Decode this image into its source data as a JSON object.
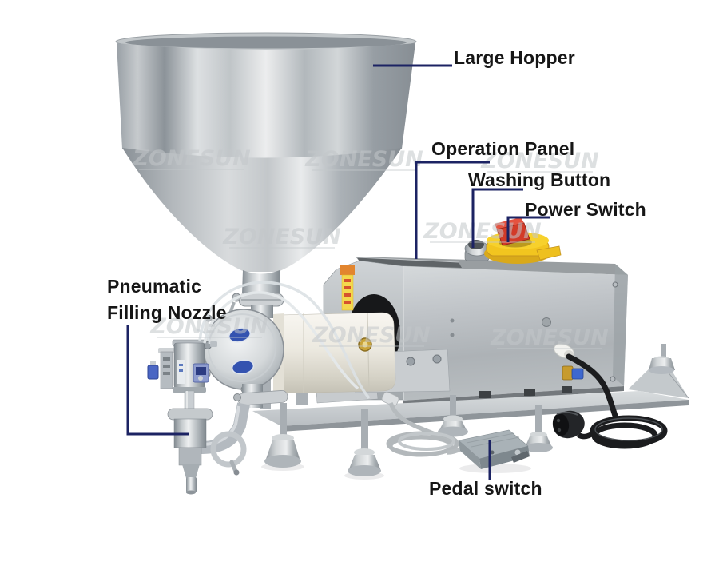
{
  "brand": {
    "watermark": "ZONESUN"
  },
  "labels": {
    "large_hopper": "Large Hopper",
    "operation_panel": "Operation Panel",
    "washing_button": "Washing Button",
    "power_switch": "Power Switch",
    "pneumatic_filling_nozzle": "Pneumatic\nFilling Nozzle",
    "pedal_switch": "Pedal switch"
  },
  "colors": {
    "background": "#ffffff",
    "label_text": "#161616",
    "callout_line": "#1c2363",
    "watermark": "#c3c7ca",
    "switch_yellow": "#f2c51f",
    "switch_red": "#d23b28",
    "logo_blue": "#3453b0",
    "steel_light": "#e9ecee",
    "steel_mid": "#b7bcc0",
    "steel_dark": "#8a9197",
    "motor_cream": "#efece2",
    "pedal_gray": "#9aa4aa",
    "cable_black": "#1b1c1e",
    "brass": "#c79b2e",
    "fitting_blue": "#3e68cf"
  }
}
